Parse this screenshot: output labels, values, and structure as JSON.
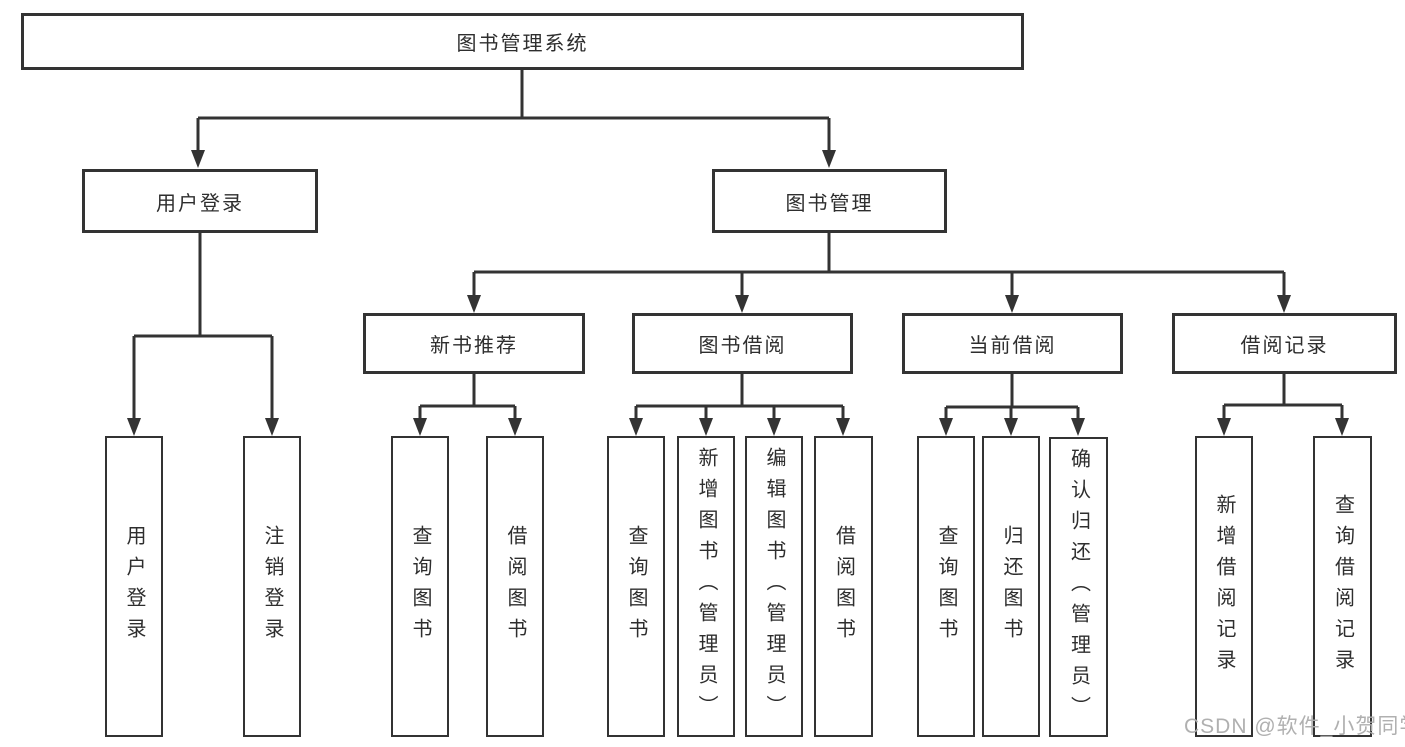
{
  "diagram": {
    "root": {
      "label": "图书管理系统"
    },
    "level2": [
      {
        "id": "user-login",
        "label": "用户登录"
      },
      {
        "id": "book-management",
        "label": "图书管理"
      }
    ],
    "level3": [
      {
        "id": "new-book-recommend",
        "label": "新书推荐"
      },
      {
        "id": "book-borrow",
        "label": "图书借阅"
      },
      {
        "id": "current-borrow",
        "label": "当前借阅"
      },
      {
        "id": "borrow-records",
        "label": "借阅记录"
      }
    ],
    "leaves": [
      {
        "group": "user-login",
        "label": "用户登录"
      },
      {
        "group": "user-login",
        "label": "注销登录"
      },
      {
        "group": "new-book-recommend",
        "label": "查询图书"
      },
      {
        "group": "new-book-recommend",
        "label": "借阅图书"
      },
      {
        "group": "book-borrow",
        "label": "查询图书"
      },
      {
        "group": "book-borrow",
        "label": "新增图书（管理员）"
      },
      {
        "group": "book-borrow",
        "label": "编辑图书（管理员）"
      },
      {
        "group": "book-borrow",
        "label": "借阅图书"
      },
      {
        "group": "current-borrow",
        "label": "查询图书"
      },
      {
        "group": "current-borrow",
        "label": "归还图书"
      },
      {
        "group": "current-borrow",
        "label": "确认归还（管理员）"
      },
      {
        "group": "borrow-records",
        "label": "新增借阅记录"
      },
      {
        "group": "borrow-records",
        "label": "查询借阅记录"
      }
    ],
    "watermark": "CSDN @软件_小贺同学",
    "colors": {
      "line": "#333333",
      "border": "#333333",
      "text": "#2e2e2e",
      "background": "#ffffff",
      "watermark": "#acacac"
    }
  }
}
